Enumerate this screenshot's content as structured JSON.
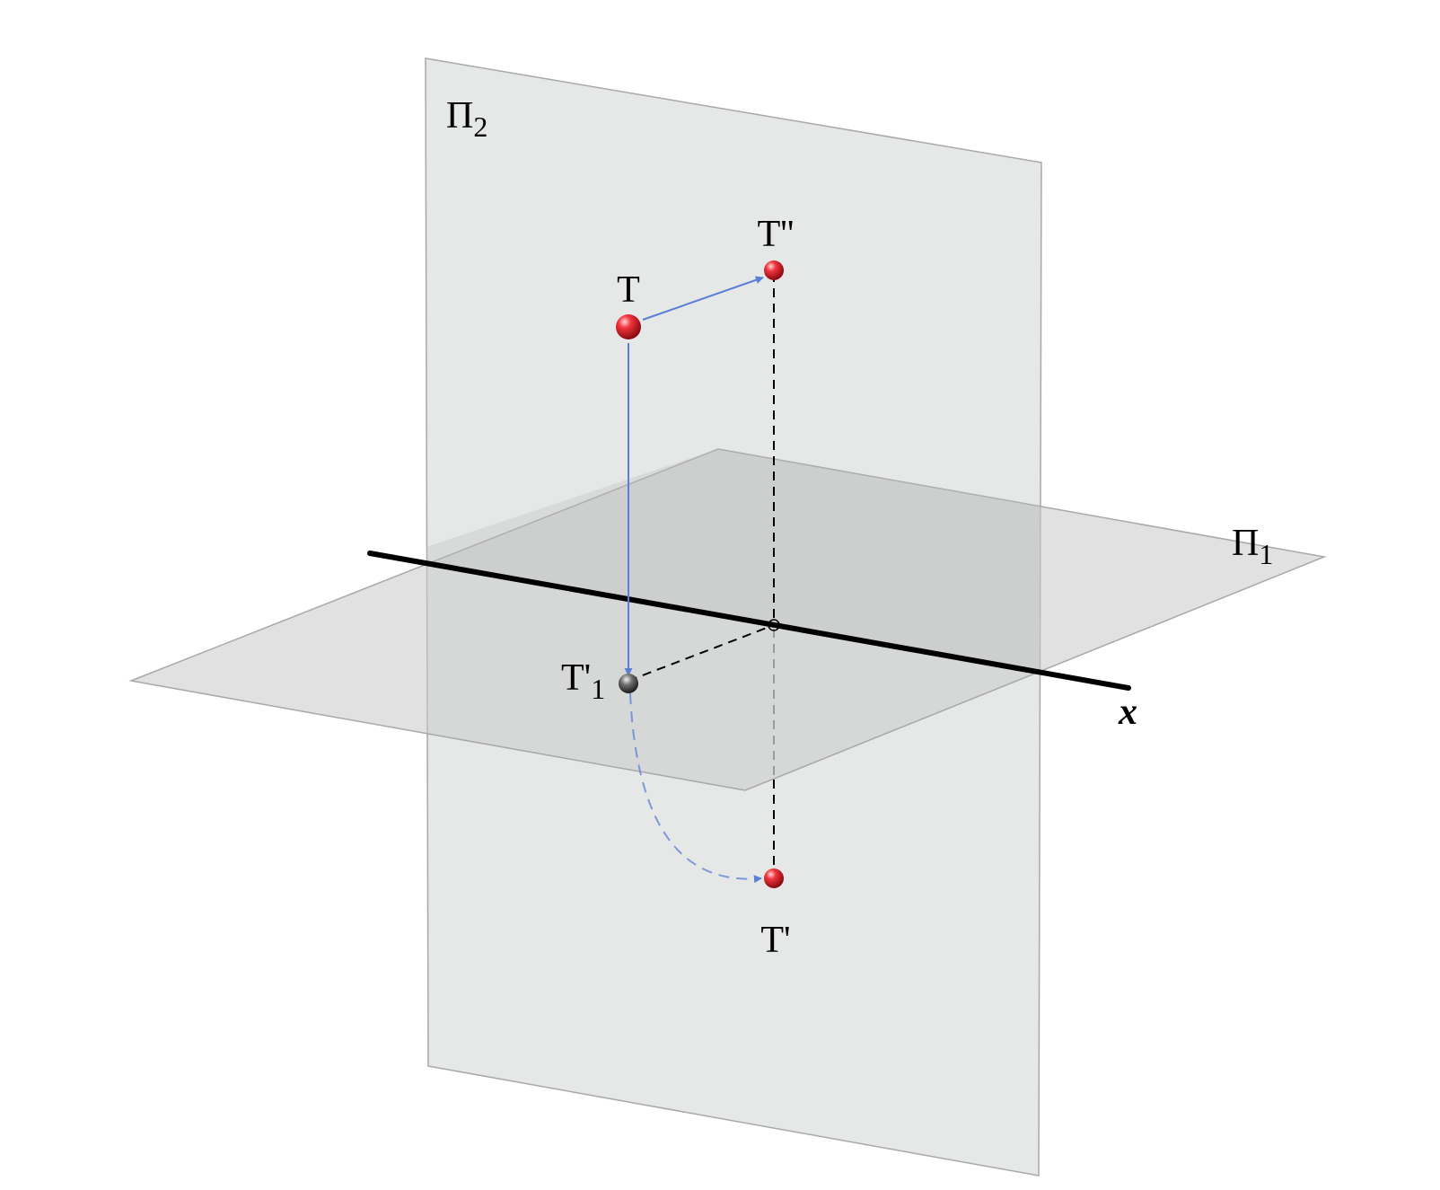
{
  "planes": {
    "vertical": {
      "name": "Π",
      "subscript": "2"
    },
    "horizontal": {
      "name": "Π",
      "subscript": "1"
    }
  },
  "axis": {
    "label": "x"
  },
  "points": {
    "T": {
      "label": "T"
    },
    "T_double_prime": {
      "label": "T''"
    },
    "T_prime_1": {
      "label": "T'",
      "subscript": "1"
    },
    "T_prime": {
      "label": "T'"
    }
  },
  "colors": {
    "plane_fill": "#d9dcdc",
    "plane_edge": "#a8a8a8",
    "projector": "#5b7fd6",
    "point_red": "#e0202a",
    "point_dark": "#404040",
    "axis": "#000000",
    "dashed": "#000000"
  }
}
